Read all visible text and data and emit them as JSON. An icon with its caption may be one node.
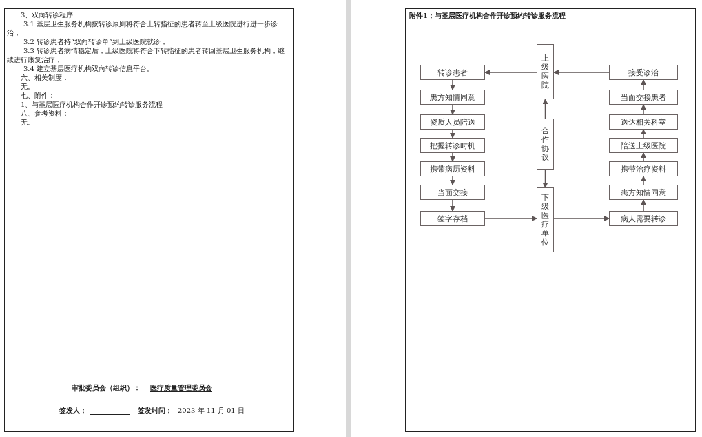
{
  "diagram": {
    "title": "附件1：与基层医疗机构合作开诊预约转诊服务流程",
    "nodes": [
      {
        "text": [
          "上级医院"
        ]
      },
      {
        "text": [
          "转诊患者"
        ]
      },
      {
        "text": [
          "患方知情同意"
        ]
      },
      {
        "text": [
          "资质人员陪送"
        ]
      },
      {
        "text": [
          "把握转诊时机"
        ]
      },
      {
        "text": [
          "携带病历资料"
        ]
      },
      {
        "text": [
          "当面交接"
        ]
      },
      {
        "text": [
          "签字存档"
        ]
      },
      {
        "text": [
          "合作协议"
        ]
      },
      {
        "text": [
          "下级医疗单位"
        ]
      },
      {
        "text": [
          "接受诊治"
        ]
      },
      {
        "text": [
          "当面交接患者"
        ]
      },
      {
        "text": [
          "送达相关科室"
        ]
      },
      {
        "text": [
          "陪送上级医院"
        ]
      },
      {
        "text": [
          "携带治疗资料"
        ]
      },
      {
        "text": [
          "患方知情同意"
        ]
      },
      {
        "text": [
          "病人需要转诊"
        ]
      }
    ],
    "edges": [
      {
        "from": 0,
        "to": 1,
        "arrow": "to"
      },
      {
        "from": 1,
        "to": 2,
        "arrow": "to"
      },
      {
        "from": 2,
        "to": 3,
        "arrow": "to"
      },
      {
        "from": 3,
        "to": 4,
        "arrow": "to"
      },
      {
        "from": 4,
        "to": 5,
        "arrow": "to"
      },
      {
        "from": 5,
        "to": 6,
        "arrow": "to"
      },
      {
        "from": 6,
        "to": 7,
        "arrow": "to"
      },
      {
        "from": 7,
        "to": 9,
        "arrow": "to"
      },
      {
        "from": 8,
        "to": 0,
        "arrow": "to"
      },
      {
        "from": 8,
        "to": 9,
        "arrow": "to"
      },
      {
        "from": 9,
        "to": 16,
        "arrow": "to"
      },
      {
        "from": 16,
        "to": 15,
        "arrow": "to"
      },
      {
        "from": 15,
        "to": 14,
        "arrow": "to"
      },
      {
        "from": 14,
        "to": 13,
        "arrow": "to"
      },
      {
        "from": 13,
        "to": 12,
        "arrow": "to"
      },
      {
        "from": 12,
        "to": 11,
        "arrow": "to"
      },
      {
        "from": 11,
        "to": 10,
        "arrow": "to"
      },
      {
        "from": 10,
        "to": 0,
        "arrow": "to"
      }
    ],
    "labels": [
      "3、双向转诊程序",
      "3.1 基层卫生服务机构按转诊原则将符合上转指征的患者转至上级医院进行进一步诊治；",
      "3.2 转诊患者持“双向转诊单”到上级医院就诊；",
      "3.3 转诊患者病情稳定后，上级医院将符合下转指征的患者转回基层卫生服务机构，继续进行康复治疗；",
      "3.4 建立基层医疗机构双向转诊信息平台。",
      "六、相关制度：",
      "无。",
      "七、附件：",
      "1、与基层医疗机构合作开诊预约转诊服务流程",
      "八、参考资料：",
      "无。",
      "审批委员会（组织）：",
      "医疗质量管理委员会",
      "签发人：",
      "签发时间：",
      "2023 年 11 月 01 日"
    ]
  }
}
